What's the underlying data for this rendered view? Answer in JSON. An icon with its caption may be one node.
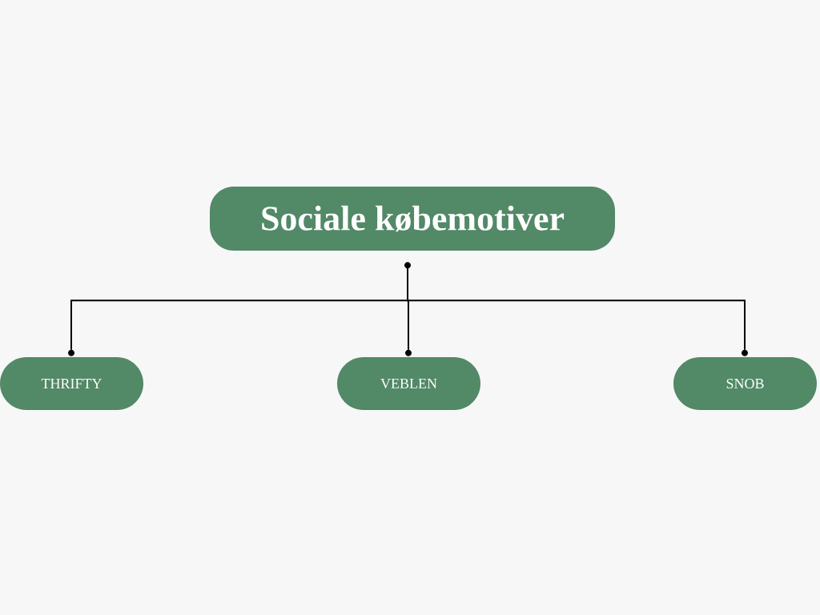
{
  "diagram": {
    "nodes": [
      {
        "text": [
          "Sociale købemotiver"
        ]
      },
      {
        "text": [
          "THRIFTY"
        ]
      },
      {
        "text": [
          "VEBLEN"
        ]
      },
      {
        "text": [
          "SNOB"
        ]
      }
    ],
    "edges": [
      {
        "from": 0,
        "to": 1,
        "arrow": "none"
      },
      {
        "from": 0,
        "to": 2,
        "arrow": "none"
      },
      {
        "from": 0,
        "to": 3,
        "arrow": "none"
      }
    ]
  }
}
